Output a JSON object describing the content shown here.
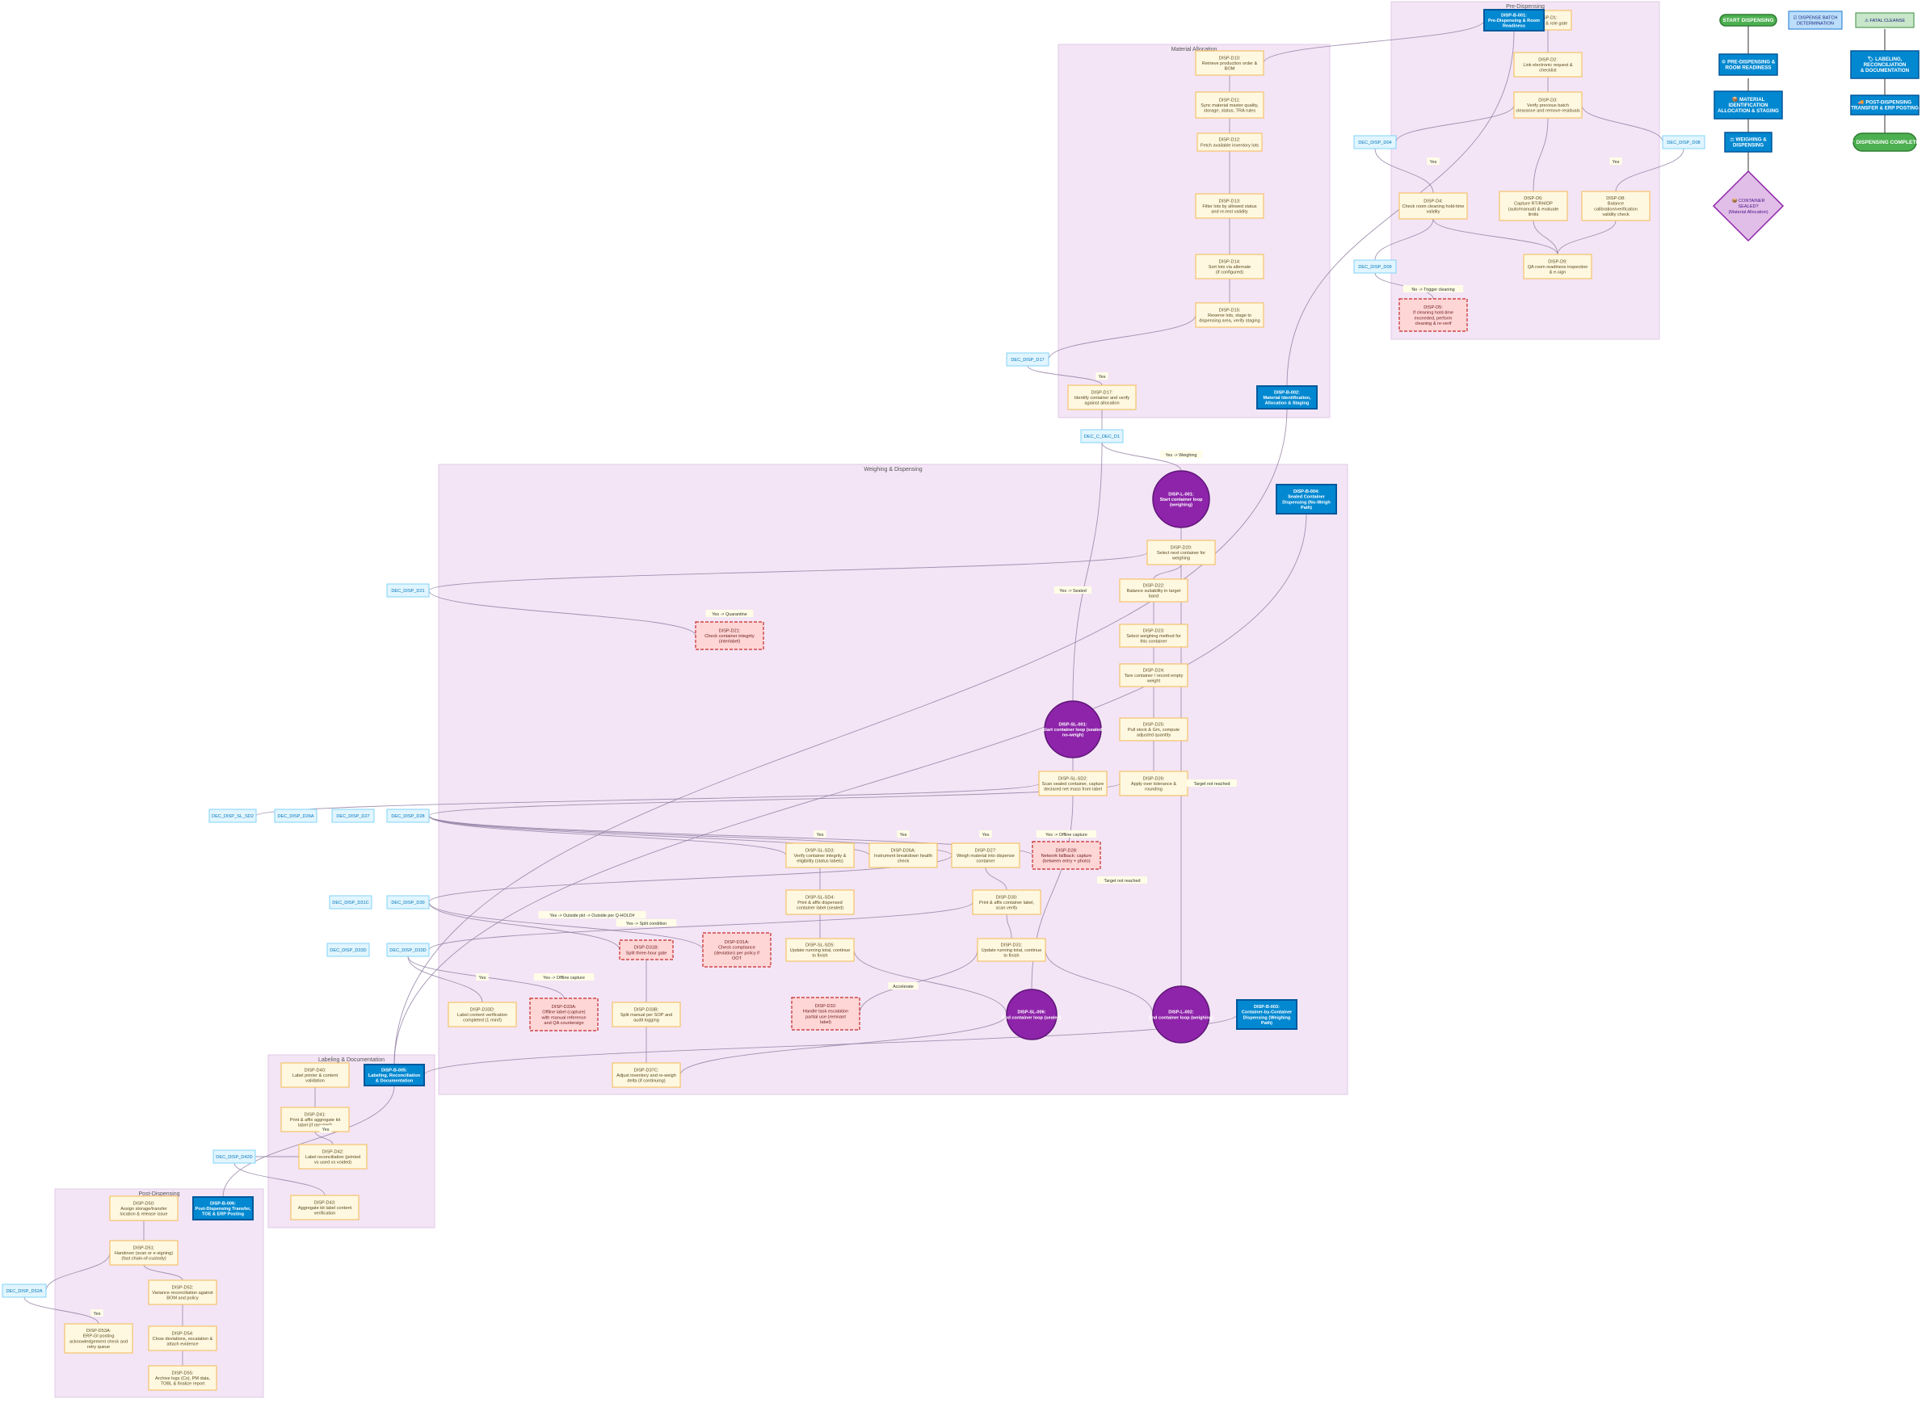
{
  "lanes": [
    {
      "id": "pre",
      "title": "Pre-Dispensing"
    },
    {
      "id": "mat",
      "title": "Material Allocation"
    },
    {
      "id": "weigh",
      "title": "Weighing & Dispensing"
    },
    {
      "id": "label",
      "title": "Labeling & Documentation"
    },
    {
      "id": "post",
      "title": "Post-Dispensing"
    }
  ],
  "process_nodes": [
    {
      "id": "d01",
      "lines": [
        "DISP-D1:",
        "Training & role gate"
      ]
    },
    {
      "id": "d02",
      "lines": [
        "DISP-D2:",
        "Link electronic request &",
        "checklist"
      ]
    },
    {
      "id": "d03",
      "lines": [
        "DISP-D3:",
        "Verify previous batch",
        "clearance and remove residuals"
      ]
    },
    {
      "id": "d04",
      "lines": [
        "DISP-D4:",
        "Check room cleaning hold-time",
        "validity"
      ]
    },
    {
      "id": "d05",
      "lines": [
        "DISP-D5:",
        "If cleaning hold-time",
        "exceeded, perform",
        "cleaning & re-verif"
      ]
    },
    {
      "id": "d06",
      "lines": [
        "DISP-D6:",
        "Capture RT/RH/DP",
        "(auto/manual) & evaluate",
        "limits"
      ]
    },
    {
      "id": "d08",
      "lines": [
        "DISP-D8:",
        "Balance",
        "calibration/verification",
        "validity check"
      ]
    },
    {
      "id": "d09",
      "lines": [
        "DISP-D9:",
        "QA room readiness inspection",
        "& e-sign"
      ]
    },
    {
      "id": "d10",
      "lines": [
        "DISP-D10:",
        "Retrieve production order &",
        "BOM"
      ]
    },
    {
      "id": "d11",
      "lines": [
        "DISP-D11:",
        "Sync material master quality,",
        "storage, status, TRA rules"
      ]
    },
    {
      "id": "d12",
      "lines": [
        "DISP-D12:",
        "Fetch available inventory lots"
      ]
    },
    {
      "id": "d13",
      "lines": [
        "DISP-D13:",
        "Filter lots by allowed status",
        "and re-test validity"
      ]
    },
    {
      "id": "d14",
      "lines": [
        "DISP-D14:",
        "Sort lots via alternate",
        "(if configured)"
      ]
    },
    {
      "id": "d15",
      "lines": [
        "DISP-D15:",
        "Reserve lots, stage to",
        "dispensing area, verify staging"
      ]
    },
    {
      "id": "d17",
      "lines": [
        "DISP-D17:",
        "Identify container and verify",
        "against allocation"
      ]
    },
    {
      "id": "d20",
      "lines": [
        "DISP-D20:",
        "Select next container for",
        "weighing"
      ]
    },
    {
      "id": "d21",
      "lines": [
        "DISP-D21:",
        "Check container integrity",
        "(interlabel)"
      ]
    },
    {
      "id": "d22",
      "lines": [
        "DISP-D22:",
        "Balance suitability in target",
        "band"
      ]
    },
    {
      "id": "d23",
      "lines": [
        "DISP-D23:",
        "Select weighing method for",
        "this container"
      ]
    },
    {
      "id": "d24",
      "lines": [
        "DISP-D24:",
        "Tare container / record empty",
        "weight"
      ]
    },
    {
      "id": "d25",
      "lines": [
        "DISP-D25:",
        "Pull stock & Gm, compute",
        "adjusted quantity"
      ]
    },
    {
      "id": "d26",
      "lines": [
        "DISP-D26:",
        "Apply over tolerance &",
        "rounding"
      ]
    },
    {
      "id": "ssd2",
      "lines": [
        "DISP-SL-SD2:",
        "Scan sealed container, capture",
        "declared net mass from label"
      ]
    },
    {
      "id": "ssd3",
      "lines": [
        "DISP-SL-SD3:",
        "Verify container integrity &",
        "eligibility (status labels)"
      ]
    },
    {
      "id": "d26a",
      "lines": [
        "DISP-D26A:",
        "Instrument breakdown health",
        "check"
      ]
    },
    {
      "id": "d27",
      "lines": [
        "DISP-D27:",
        "Weigh material into dispense",
        "container"
      ]
    },
    {
      "id": "d28",
      "lines": [
        "DISP-D28:",
        "Network fallback: capture",
        "(between entry + photo)"
      ]
    },
    {
      "id": "ssd4",
      "lines": [
        "DISP-SL-SD4:",
        "Print & affix dispensed",
        "container label (sealed)"
      ]
    },
    {
      "id": "d30",
      "lines": [
        "DISP-D30:",
        "Print & affix container label,",
        "scan verify"
      ]
    },
    {
      "id": "d31a",
      "lines": [
        "DISP-D31A:",
        "Check compliance",
        "(deviation) per policy if",
        "OOT"
      ]
    },
    {
      "id": "d31b",
      "lines": [
        "DISP-D31B:",
        "Split three-hour gate"
      ]
    },
    {
      "id": "ssd5",
      "lines": [
        "DISP-SL-SD5:",
        "Update running total, continue",
        "to finish"
      ]
    },
    {
      "id": "d31",
      "lines": [
        "DISP-D31:",
        "Update running total, continue",
        "to finish"
      ]
    },
    {
      "id": "d32",
      "lines": [
        "DISP-D32:",
        "Handle task escalation",
        "partial use (remnant",
        "label)"
      ]
    },
    {
      "id": "d33d",
      "lines": [
        "DISP-D33D:",
        "Label content verification",
        "completed (1 min/t)"
      ]
    },
    {
      "id": "d33a",
      "lines": [
        "DISP-D33A:",
        "Offline label (capture)",
        "with manual reference",
        "and QA countersign"
      ]
    },
    {
      "id": "d33b",
      "lines": [
        "DISP-D33B:",
        "Split manual per SOP and",
        "audit logging"
      ]
    },
    {
      "id": "d37c",
      "lines": [
        "DISP-D37C:",
        "Adjust inventory and re-weigh",
        "delta (if continuing)"
      ]
    },
    {
      "id": "d40",
      "lines": [
        "DISP-D40:",
        "Label printer & content",
        "validation"
      ]
    },
    {
      "id": "d41",
      "lines": [
        "DISP-D41:",
        "Print & affix aggregate kit",
        "label (if required)"
      ]
    },
    {
      "id": "d42",
      "lines": [
        "DISP-D42:",
        "Label reconciliation (printed",
        "vs used vs voided)"
      ]
    },
    {
      "id": "d43",
      "lines": [
        "DISP-D43:",
        "Aggregate kit label content",
        "verification"
      ]
    },
    {
      "id": "d50",
      "lines": [
        "DISP-D50:",
        "Assign storage/transfer",
        "location & release issue"
      ]
    },
    {
      "id": "d51",
      "lines": [
        "DISP-D51:",
        "Handover (scan or e-signing)",
        "(fast chain-of-custody)"
      ]
    },
    {
      "id": "d52",
      "lines": [
        "DISP-D52:",
        "Variance reconciliation against",
        "BOM and policy"
      ]
    },
    {
      "id": "d53a",
      "lines": [
        "DISP-D53A:",
        "ERP-GI posting",
        "acknowledgement check and",
        "retry queue"
      ]
    },
    {
      "id": "d54",
      "lines": [
        "DISP-D54:",
        "Close deviations, escalation &",
        "attach evidence"
      ]
    },
    {
      "id": "d55",
      "lines": [
        "DISP-D55:",
        "Archive logs (Cs), PM data,",
        "TOBL & finalize report"
      ]
    }
  ],
  "decision_nodes": [
    {
      "id": "q04",
      "text": "DEC_DISP_D04"
    },
    {
      "id": "q09",
      "text": "DEC_DISP_D09"
    },
    {
      "id": "q08",
      "text": "DEC_DISP_D08"
    },
    {
      "id": "q17",
      "text": "DEC_DISP_D17"
    },
    {
      "id": "qmid",
      "text": "DEC_C_DEC_D1"
    },
    {
      "id": "q21",
      "text": "DEC_DISP_D21"
    },
    {
      "id": "qsl",
      "text": "DEC_DISP_SL_SD2"
    },
    {
      "id": "q26a",
      "text": "DEC_DISP_D26A"
    },
    {
      "id": "q27",
      "text": "DEC_DISP_D27"
    },
    {
      "id": "q28",
      "text": "DEC_DISP_D28"
    },
    {
      "id": "q31c",
      "text": "DEC_DISP_D31C"
    },
    {
      "id": "q30",
      "text": "DEC_DISP_D30"
    },
    {
      "id": "q33d",
      "text": "DEC_DISP_D33D"
    },
    {
      "id": "q33",
      "text": "DEC_DISP_D33D"
    },
    {
      "id": "q42",
      "text": "DEC_DISP_D42D"
    },
    {
      "id": "q52",
      "text": "DEC_DISP_D52A"
    }
  ],
  "phase_nodes": [
    {
      "id": "p01",
      "lines": [
        "DISP-B-001:",
        "Pre-Dispensing & Room",
        "Readiness"
      ]
    },
    {
      "id": "p02",
      "lines": [
        "DISP-B-002:",
        "Material Identification,",
        "Allocation & Staging"
      ]
    },
    {
      "id": "p04",
      "lines": [
        "DISP-B-004:",
        "Sealed Container",
        "Dispensing (No-Weigh",
        "Path)"
      ]
    },
    {
      "id": "p03",
      "lines": [
        "DISP-B-003:",
        "Container-by-Container",
        "Dispensing (Weighing",
        "Path)"
      ]
    },
    {
      "id": "p05",
      "lines": [
        "DISP-B-005:",
        "Labeling, Reconciliation",
        "& Documentation"
      ]
    },
    {
      "id": "p06",
      "lines": [
        "DISP-B-006:",
        "Post-Dispensing Transfer,",
        "TOE & ERP Posting"
      ]
    }
  ],
  "loop_nodes": [
    {
      "id": "l1",
      "lines": [
        "DISP-L-001:",
        "Start container loop",
        "(weighing)"
      ]
    },
    {
      "id": "l2",
      "lines": [
        "DISP-SL-001:",
        "Start container loop (sealed,",
        "no-weigh)"
      ]
    },
    {
      "id": "l3",
      "lines": [
        "DISP-SL-006:",
        "End container loop (sealed)"
      ]
    },
    {
      "id": "l4",
      "lines": [
        "DISP-L-002:",
        "End container loop (weighing)"
      ]
    }
  ],
  "edge_labels": [
    "Yes",
    "Yes",
    "No -> Trigger cleaning",
    "Yes",
    "Yes -> Weighing",
    "Yes -> Sealed",
    "Yes -> Quarantine",
    "Target not reached",
    "Yes",
    "Yes",
    "Yes",
    "Yes -> Offline capture",
    "Target not reached",
    "Yes -> Outside pkt -> Outside per Q-HOLD#",
    "Yes -> Split condition",
    "Yes",
    "Yes -> Offline capture",
    "Accelerate",
    "Yes",
    "Yes"
  ],
  "flow": {
    "start": "START DISPENSING",
    "legend_batch": "☑ DISPENSE BATCH DETERMINATION",
    "legend_fatal": "⚠ FATAL CLEANSE",
    "phases": [
      "⚙ PRE-DISPENSING &\nROOM READINESS",
      "📦 MATERIAL\nIDENTIFICATION\nALLOCATION & STAGING",
      "⚖ WEIGHING &\nDISPENSING",
      "🏷 LABELING,\nRECONCILIATION\n& DOCUMENTATION",
      "🚚 POST-DISPENSING\nTRANSFER & ERP POSTING"
    ],
    "decision_lines": [
      "📦 CONTAINER",
      "SEALED?",
      "(Material Allocation)"
    ],
    "end": "✓ DISPENSING COMPLETE"
  },
  "colors": {
    "lane": "#f3e5f5",
    "process": "#fff8e1",
    "exception": "#ffd6d6",
    "decision": "#e1f5fe",
    "phase": "#0288d1",
    "loop": "#8e24aa",
    "terminal": "#4caf50"
  }
}
